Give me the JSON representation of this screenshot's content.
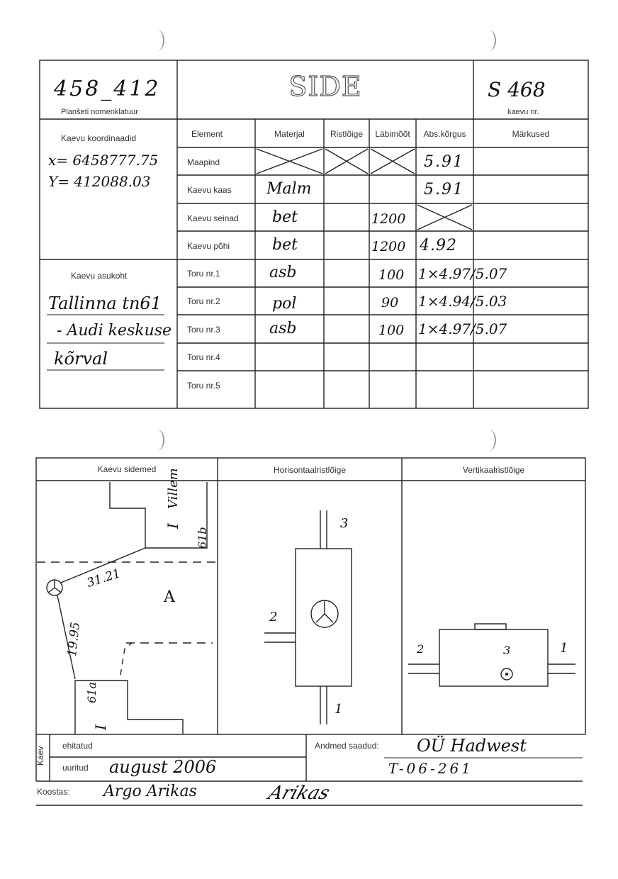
{
  "header": {
    "plansheet_value": "458_412",
    "plansheet_label": "Planšeti nomenklatuur",
    "title": "SIDE",
    "well_no_value": "S 468",
    "well_no_label": "kaevu nr."
  },
  "coordinates": {
    "label": "Kaevu koordinaadid",
    "x": "x= 6458777.75",
    "y": "Y= 412088.03"
  },
  "location": {
    "label": "Kaevu asukoht",
    "lines": [
      "Tallinna tn61",
      "- Audi keskuse",
      "kõrval"
    ]
  },
  "table": {
    "headers": [
      "Element",
      "Materjal",
      "Ristlõige",
      "Läbimõõt",
      "Abs.kõrgus",
      "Märkused"
    ],
    "rows": [
      {
        "element": "Maapind",
        "material": "",
        "section": "",
        "diameter": "",
        "height": "5.91",
        "notes": ""
      },
      {
        "element": "Kaevu kaas",
        "material": "Malm",
        "section": "",
        "diameter": "",
        "height": "5.91",
        "notes": ""
      },
      {
        "element": "Kaevu seinad",
        "material": "bet",
        "section": "",
        "diameter": "1200",
        "height": "",
        "notes": ""
      },
      {
        "element": "Kaevu põhi",
        "material": "bet",
        "section": "",
        "diameter": "1200",
        "height": "4.92",
        "notes": ""
      },
      {
        "element": "Toru nr.1",
        "material": "asb",
        "section": "",
        "diameter": "100",
        "height": "1×4.97/5.07",
        "notes": ""
      },
      {
        "element": "Toru nr.2",
        "material": "pol",
        "section": "",
        "diameter": "90",
        "height": "1×4.94/5.03",
        "notes": ""
      },
      {
        "element": "Toru nr.3",
        "material": "asb",
        "section": "",
        "diameter": "100",
        "height": "1×4.97/5.07",
        "notes": ""
      },
      {
        "element": "Toru nr.4",
        "material": "",
        "section": "",
        "diameter": "",
        "height": "",
        "notes": ""
      },
      {
        "element": "Toru nr.5",
        "material": "",
        "section": "",
        "diameter": "",
        "height": "",
        "notes": ""
      }
    ]
  },
  "sections": {
    "connections": "Kaevu sidemed",
    "horizontal": "Horisontaalristlõige",
    "vertical": "Vertikaalristlõige"
  },
  "sketch": {
    "street": "Villem",
    "building_top": "61b",
    "building_bottom": "61a",
    "dist1": "31.21",
    "dist2": "19.95",
    "area": "A",
    "roman1": "I",
    "roman2": "I",
    "pipe1": "1",
    "pipe2": "2",
    "pipe3": "3"
  },
  "footer": {
    "kaev": "Kaev",
    "built_label": "ehitatud",
    "built_value": "",
    "surveyed_label": "uuritud",
    "surveyed_value": "august 2006",
    "data_from_label": "Andmed saadud:",
    "data_from_value": "OÜ Hadwest",
    "data_from_ref": "T-06-261",
    "compiled_label": "Koostas:",
    "compiled_value": "Argo Arikas",
    "signature": "Arikas"
  }
}
